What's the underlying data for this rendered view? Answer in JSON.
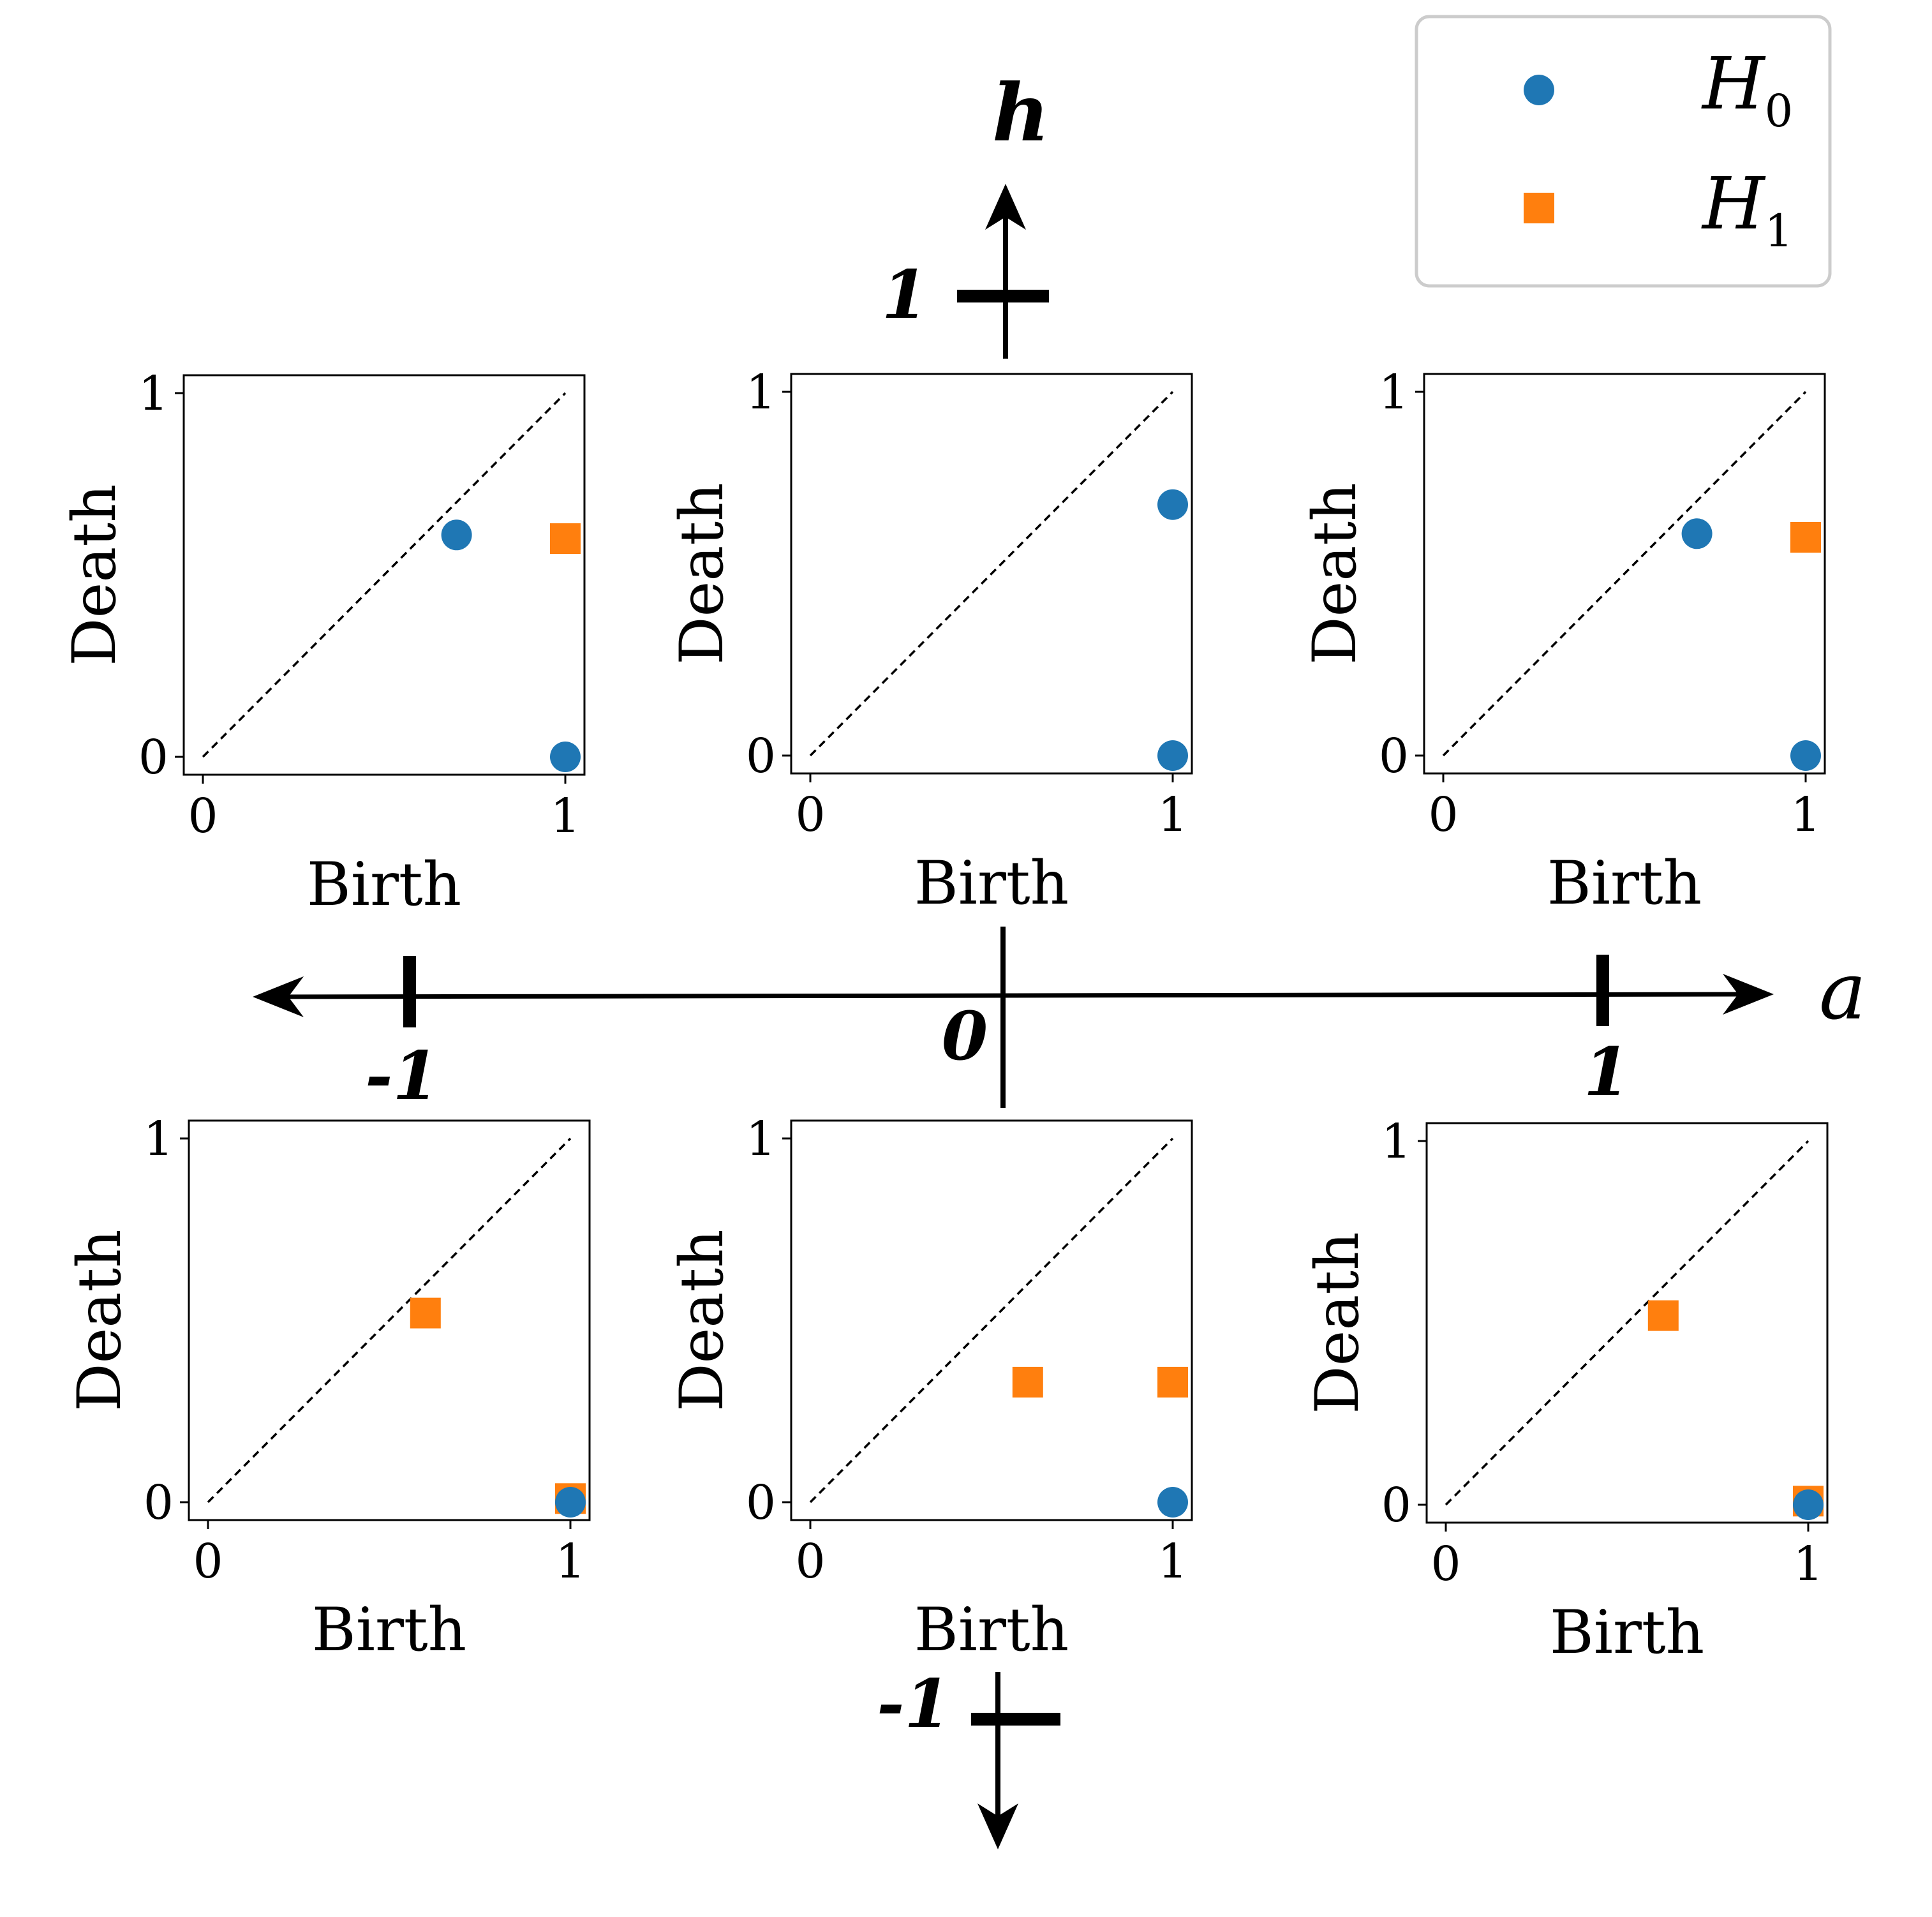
{
  "colors": {
    "H0": "#1f77b4",
    "H1": "#ff7f0e",
    "diagonal": "#000000",
    "axes": "#000000"
  },
  "legend": {
    "placement": "top-right",
    "entries": [
      {
        "label": "H",
        "sub": "0",
        "marker": "circle",
        "color": "#1f77b4"
      },
      {
        "label": "H",
        "sub": "1",
        "marker": "square",
        "color": "#ff7f0e"
      }
    ]
  },
  "axes": {
    "horizontal": {
      "label": "a",
      "ticks": [
        {
          "label": "-1",
          "value": -1
        },
        {
          "label": "0",
          "value": 0
        },
        {
          "label": "1",
          "value": 1
        }
      ]
    },
    "vertical": {
      "label": "h",
      "ticks": [
        {
          "label": "1",
          "value": 1
        },
        {
          "label": "-1",
          "value": -1
        }
      ]
    }
  },
  "chart_data": [
    {
      "type": "scatter",
      "a": -1,
      "h": 1,
      "xlabel": "Birth",
      "ylabel": "Death",
      "xlim": [
        0,
        1
      ],
      "ylim": [
        0,
        1
      ],
      "xticks": [
        "0",
        "1"
      ],
      "yticks": [
        "0",
        "1"
      ],
      "series": [
        {
          "name": "H_0",
          "points": [
            [
              0.7,
              0.61
            ],
            [
              1.0,
              0.0
            ]
          ]
        },
        {
          "name": "H_1",
          "points": [
            [
              1.0,
              0.6
            ]
          ]
        }
      ]
    },
    {
      "type": "scatter",
      "a": 0,
      "h": 1,
      "xlabel": "Birth",
      "ylabel": "Death",
      "xlim": [
        0,
        1
      ],
      "ylim": [
        0,
        1
      ],
      "xticks": [
        "0",
        "1"
      ],
      "yticks": [
        "0",
        "1"
      ],
      "series": [
        {
          "name": "H_0",
          "points": [
            [
              1.0,
              0.69
            ],
            [
              1.0,
              0.0
            ]
          ]
        },
        {
          "name": "H_1",
          "points": []
        }
      ]
    },
    {
      "type": "scatter",
      "a": 1,
      "h": 1,
      "xlabel": "Birth",
      "ylabel": "Death",
      "xlim": [
        0,
        1
      ],
      "ylim": [
        0,
        1
      ],
      "xticks": [
        "0",
        "1"
      ],
      "yticks": [
        "0",
        "1"
      ],
      "series": [
        {
          "name": "H_0",
          "points": [
            [
              0.7,
              0.61
            ],
            [
              1.0,
              0.0
            ]
          ]
        },
        {
          "name": "H_1",
          "points": [
            [
              1.0,
              0.6
            ]
          ]
        }
      ]
    },
    {
      "type": "scatter",
      "a": -1,
      "h": -1,
      "xlabel": "Birth",
      "ylabel": "Death",
      "xlim": [
        0,
        1
      ],
      "ylim": [
        0,
        1
      ],
      "xticks": [
        "0",
        "1"
      ],
      "yticks": [
        "0",
        "1"
      ],
      "series": [
        {
          "name": "H_0",
          "points": [
            [
              1.0,
              0.0
            ]
          ]
        },
        {
          "name": "H_1",
          "points": [
            [
              0.6,
              0.52
            ],
            [
              1.0,
              0.01
            ]
          ]
        }
      ]
    },
    {
      "type": "scatter",
      "a": 0,
      "h": -1,
      "xlabel": "Birth",
      "ylabel": "Death",
      "xlim": [
        0,
        1
      ],
      "ylim": [
        0,
        1
      ],
      "xticks": [
        "0",
        "1"
      ],
      "yticks": [
        "0",
        "1"
      ],
      "series": [
        {
          "name": "H_0",
          "points": [
            [
              1.0,
              0.0
            ]
          ]
        },
        {
          "name": "H_1",
          "points": [
            [
              0.6,
              0.33
            ],
            [
              1.0,
              0.33
            ]
          ]
        }
      ]
    },
    {
      "type": "scatter",
      "a": 1,
      "h": -1,
      "xlabel": "Birth",
      "ylabel": "Death",
      "xlim": [
        0,
        1
      ],
      "ylim": [
        0,
        1
      ],
      "xticks": [
        "0",
        "1"
      ],
      "yticks": [
        "0",
        "1"
      ],
      "series": [
        {
          "name": "H_0",
          "points": [
            [
              1.0,
              0.0
            ]
          ]
        },
        {
          "name": "H_1",
          "points": [
            [
              0.6,
              0.52
            ],
            [
              1.0,
              0.01
            ]
          ]
        }
      ]
    }
  ]
}
